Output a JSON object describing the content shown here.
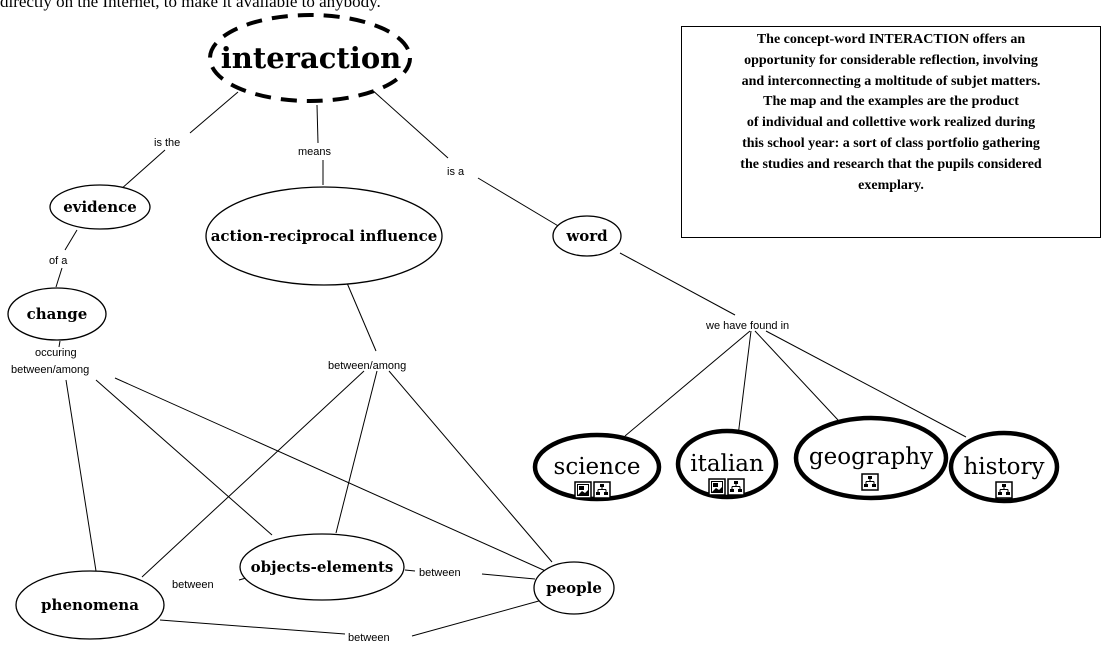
{
  "top_text": "directly on the Internet, to make it available to anybody.",
  "info_box": {
    "lines": [
      "The concept-word INTERACTION offers an",
      "opportunity for considerable reflection, involving",
      "and interconnecting a moltitude of subjet matters.",
      "The map and the examples are the product",
      "of individual and collettive work realized during",
      "this school year: a sort of class portfolio gathering",
      "the studies and research that the pupils considered",
      "exemplary."
    ]
  },
  "concepts": {
    "interaction": "interaction",
    "evidence": "evidence",
    "change": "change",
    "action_reciprocal_influence": "action-reciprocal influence",
    "word": "word",
    "objects_elements": "objects-elements",
    "phenomena": "phenomena",
    "people": "people"
  },
  "subjects": {
    "science": "science",
    "italian": "italian",
    "geography": "geography",
    "history": "history"
  },
  "links": {
    "is_the": "is the",
    "means": "means",
    "is_a": "is a",
    "of_a": "of a",
    "occuring": "occuring",
    "between_among_left": "between/among",
    "between_among_center": "between/among",
    "we_have_found_in": "we have found in",
    "between_1": "between",
    "between_2": "between",
    "between_3": "between"
  },
  "icons": {
    "image_resource": "image-resource-icon",
    "concept_map_resource": "concept-map-resource-icon"
  },
  "colors": {
    "ink": "#000000",
    "background": "#ffffff"
  }
}
